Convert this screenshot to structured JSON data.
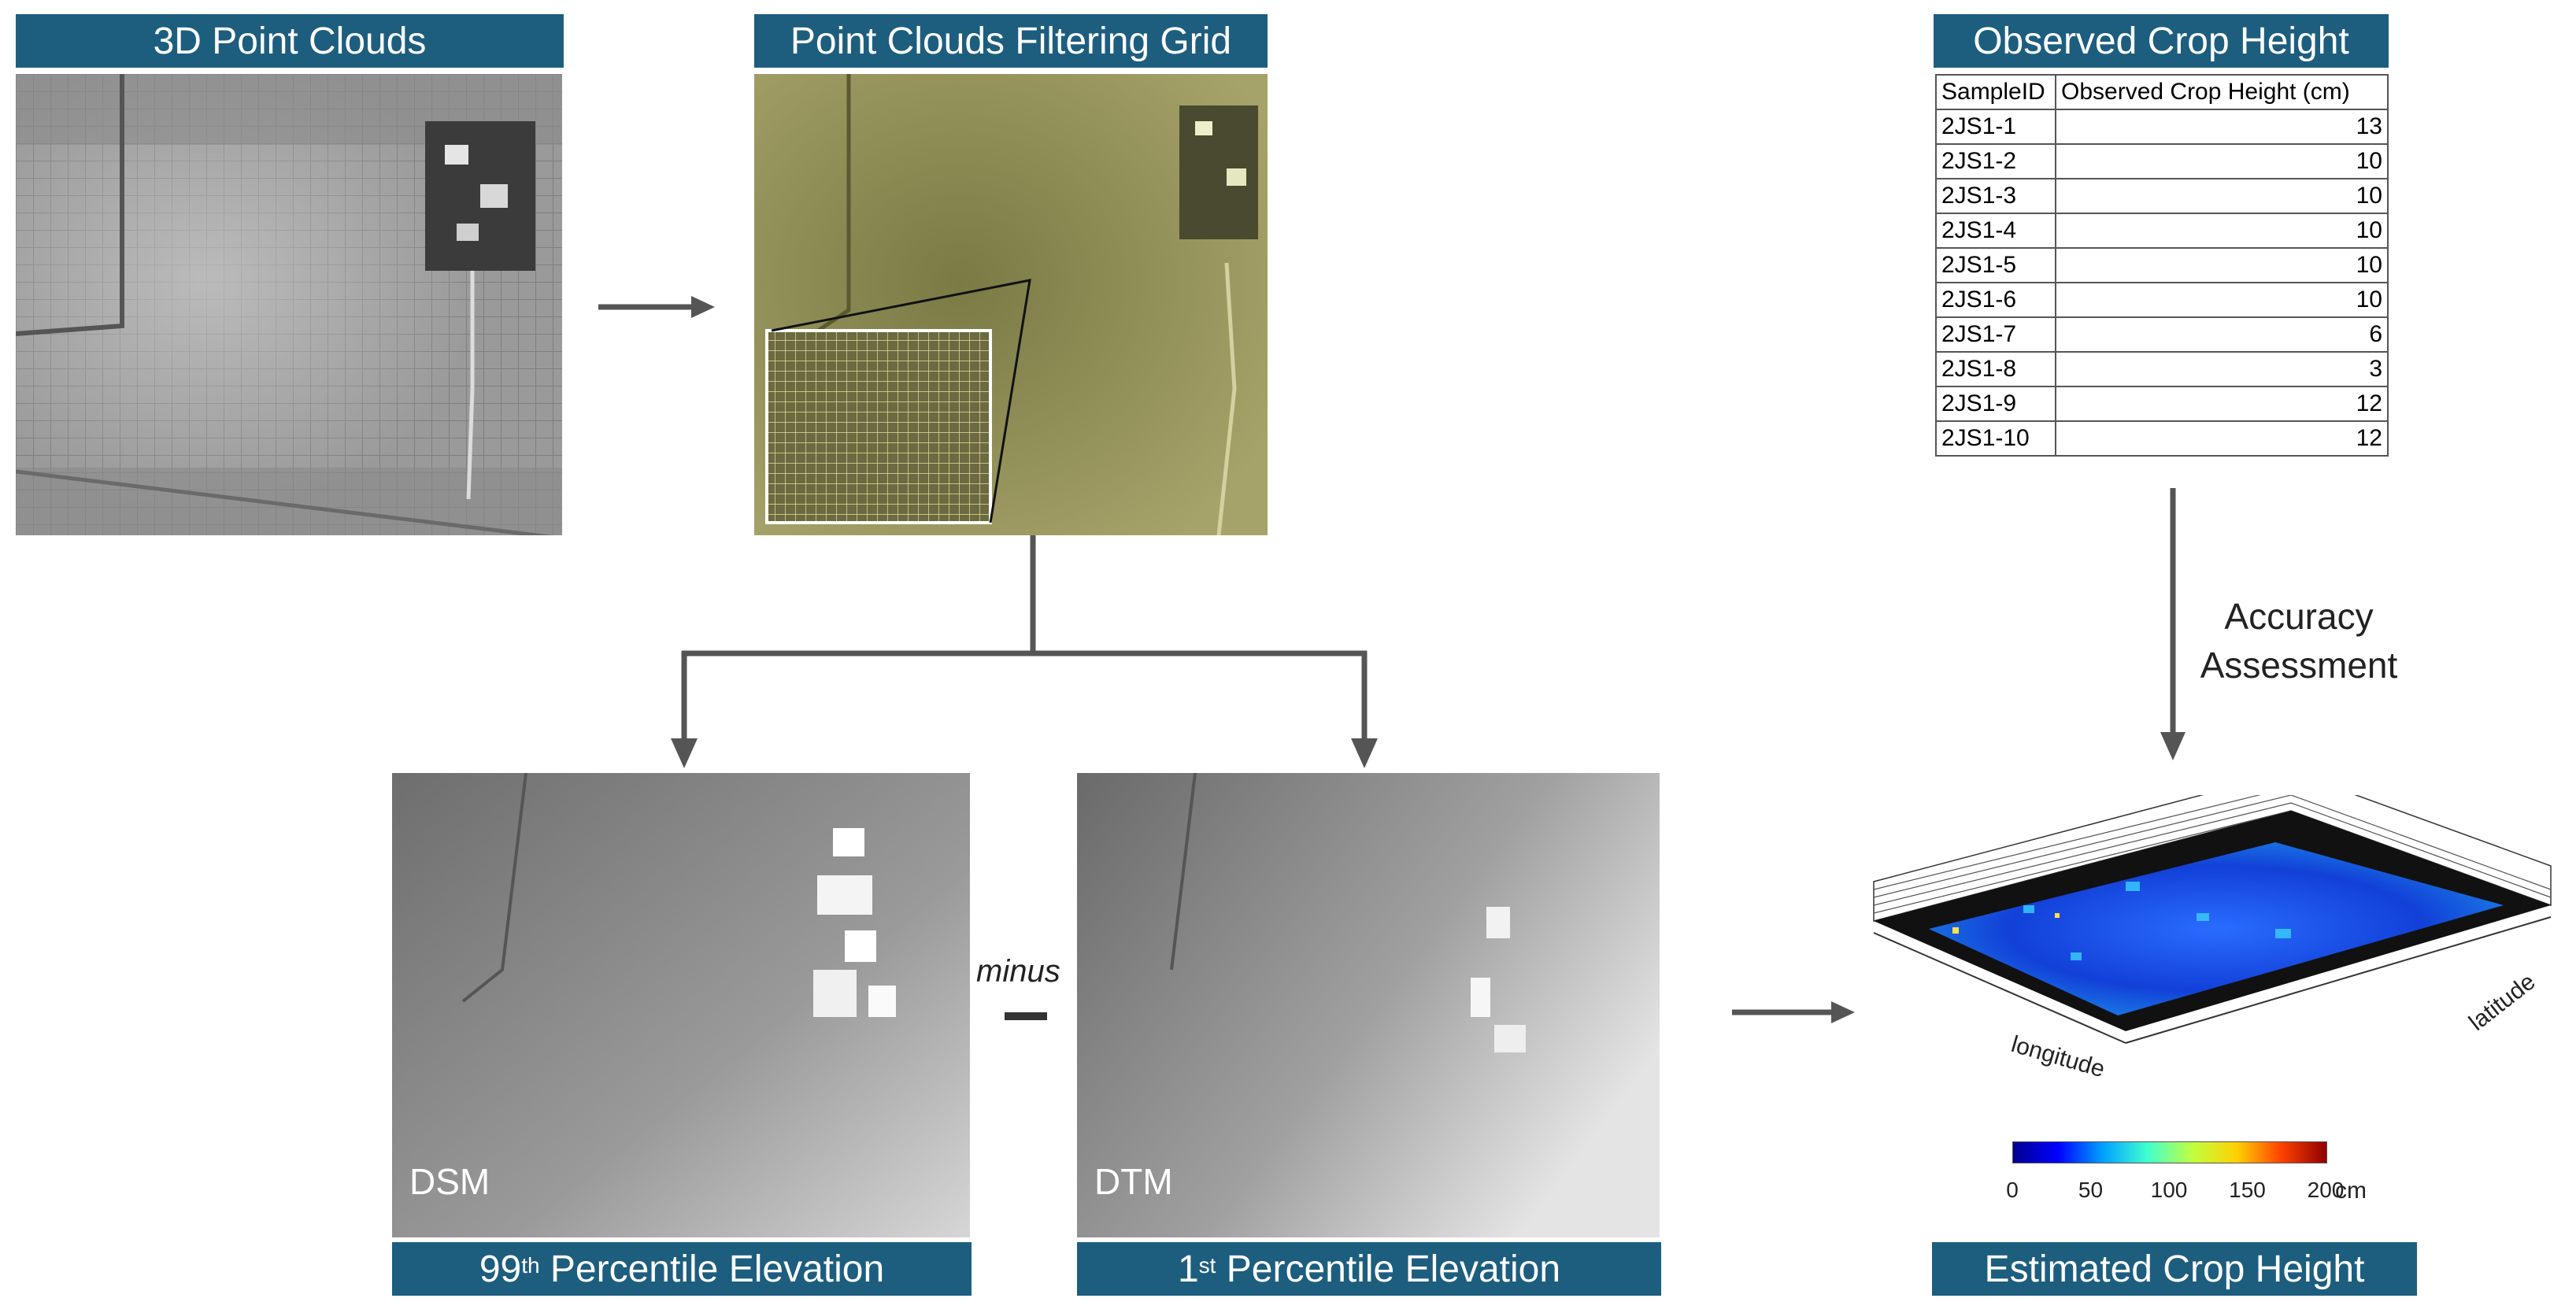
{
  "panels": {
    "point_clouds": {
      "title": "3D Point Clouds"
    },
    "filtering_grid": {
      "title": "Point Clouds Filtering Grid"
    },
    "observed": {
      "title": "Observed Crop Height"
    },
    "dsm": {
      "corner_label": "DSM",
      "title_base": "99",
      "title_sup": "th",
      "title_rest": " Percentile Elevation"
    },
    "dtm": {
      "corner_label": "DTM",
      "title_base": "1",
      "title_sup": "st",
      "title_rest": " Percentile Elevation"
    },
    "estimated": {
      "title": "Estimated Crop Height"
    }
  },
  "operator": {
    "word": "minus"
  },
  "accuracy": {
    "line1": "Accuracy",
    "line2": "Assessment"
  },
  "table": {
    "headers": [
      "SampleID",
      "Observed Crop Height (cm)"
    ],
    "rows": [
      [
        "2JS1-1",
        "13"
      ],
      [
        "2JS1-2",
        "10"
      ],
      [
        "2JS1-3",
        "10"
      ],
      [
        "2JS1-4",
        "10"
      ],
      [
        "2JS1-5",
        "10"
      ],
      [
        "2JS1-6",
        "10"
      ],
      [
        "2JS1-7",
        "6"
      ],
      [
        "2JS1-8",
        "3"
      ],
      [
        "2JS1-9",
        "12"
      ],
      [
        "2JS1-10",
        "12"
      ]
    ]
  },
  "plot3d": {
    "x_axis": "longitude",
    "y_axis": "latitude"
  },
  "colorbar": {
    "ticks": [
      "0",
      "50",
      "100",
      "150",
      "200"
    ],
    "unit": "cm"
  },
  "colors": {
    "banner": "#1d5e7f",
    "arrow": "#555555"
  }
}
